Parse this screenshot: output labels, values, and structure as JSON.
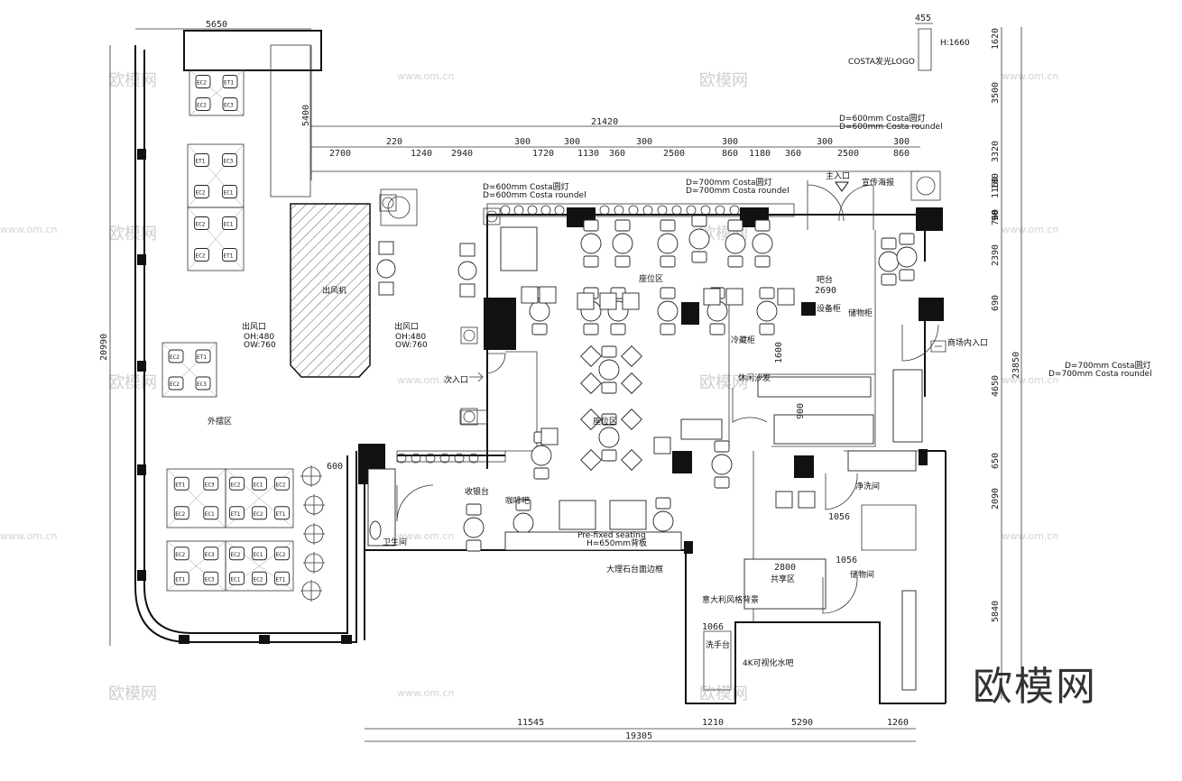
{
  "watermarks": {
    "brand": "欧模网",
    "site": "www.om.cn",
    "logo": "欧模网"
  },
  "dims": {
    "top_total": "21420",
    "top_segments": [
      "2700",
      "220",
      "1240",
      "2940",
      "300",
      "1720",
      "300",
      "1130",
      "360",
      "300",
      "2500",
      "300",
      "860",
      "1180",
      "360",
      "300",
      "2500",
      "300",
      "860"
    ],
    "left_width": "5650",
    "left_height": "20990",
    "left_vert": "5400",
    "logo_width": "455",
    "right_segments": [
      "1620",
      "3500",
      "3320",
      "180",
      "1160",
      "90",
      "760",
      "2390",
      "690",
      "4650",
      "650",
      "2090",
      "5840"
    ],
    "right_total": "23850",
    "bottom_segments": [
      "11545",
      "1210",
      "5290",
      "1260"
    ],
    "bottom_total": "19305",
    "inner_2690": "2690",
    "inner_1600": "1600",
    "inner_900": "900",
    "inner_600": "600",
    "inner_1056a": "1056",
    "inner_1056b": "1056",
    "inner_2800": "2800",
    "inner_1066": "1066"
  },
  "labels": {
    "outdoor_area": "外摆区",
    "air_outlet_box": "出风机",
    "air_outlet_left": "出风口",
    "air_outlet_left_dims": "OH:480\nOW:760",
    "air_outlet_right": "出风口",
    "air_outlet_right_dims": "OH:480\nOW:760",
    "seating_area_1": "座位区",
    "seating_area_2": "座位区",
    "secondary_entrance": "次入口",
    "main_entrance": "主入口",
    "mall_entrance": "商场内入口",
    "poster": "宣传海报",
    "restroom": "卫生间",
    "clean_room": "净洗间",
    "storage": "储物间",
    "share_area": "共享区",
    "logo_sign": "COSTA发光LOGO",
    "logo_h": "H:1660",
    "lamp_note_1a": "D=600mm Costa圆灯",
    "lamp_note_1b": "D=600mm Costa roundel",
    "lamp_note_2a": "D=700mm Costa圆灯",
    "lamp_note_2b": "D=700mm Costa roundel",
    "lamp_note_3a": "D=600mm Costa圆灯",
    "lamp_note_3b": "D=600mm Costa roundel",
    "lamp_note_4a": "D=700mm Costa圆灯",
    "lamp_note_4b": "D=700mm Costa roundel",
    "bench_note": "Pre-fixed seating\nH=650mm背板",
    "counter_note": "大理石台面边框",
    "mirror_note": "意大利风格背景",
    "window_note": "4K可视化水吧",
    "cashier": "收银台",
    "small_note_1": "咖啡吧",
    "small_note_2": "冷藏柜",
    "small_note_3": "吧台",
    "small_note_4": "设备柜",
    "small_note_5": "储物柜",
    "small_note_6": "休闲沙发",
    "small_note_7": "洗手台",
    "chair_labels": [
      "EC2",
      "ET1",
      "EC2",
      "EC3",
      "ET1",
      "EC3",
      "EC2",
      "EC1",
      "EC2",
      "EC1",
      "EC2",
      "ET1"
    ]
  },
  "colors": {
    "ink": "#111111",
    "background": "#ffffff",
    "watermark": "#cfcfcf"
  }
}
